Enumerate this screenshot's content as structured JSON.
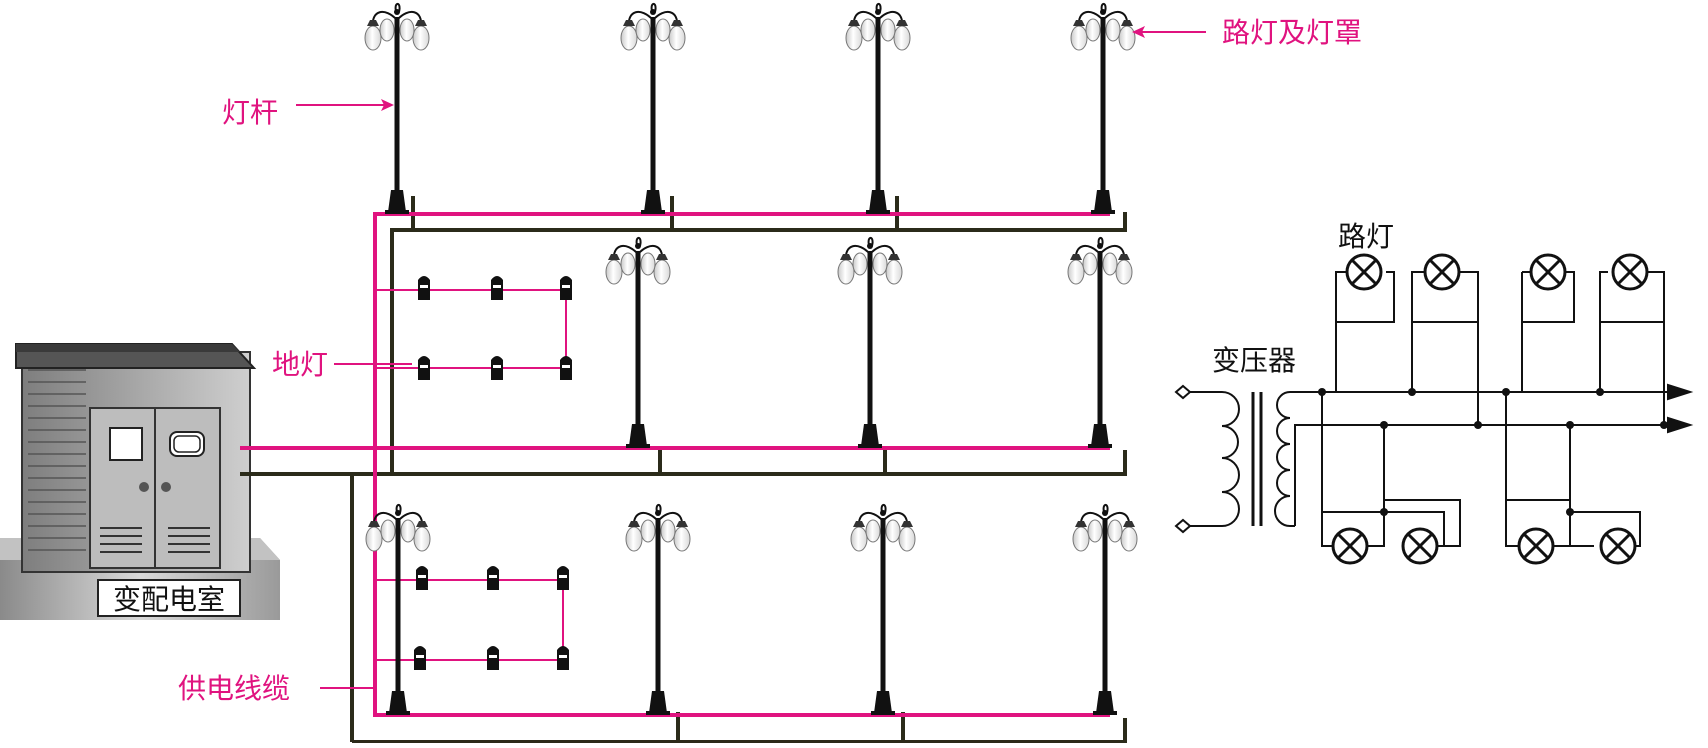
{
  "labels": {
    "lamp_and_shade": "路灯及灯罩",
    "lamp_pole": "灯杆",
    "ground_light": "地灯",
    "supply_cable": "供电线缆",
    "substation": "变配电室",
    "street_light": "路灯",
    "transformer": "变压器"
  },
  "colors": {
    "pink": "#e0137f",
    "black": "#111111",
    "dark_cable": "#2b2b1a"
  }
}
